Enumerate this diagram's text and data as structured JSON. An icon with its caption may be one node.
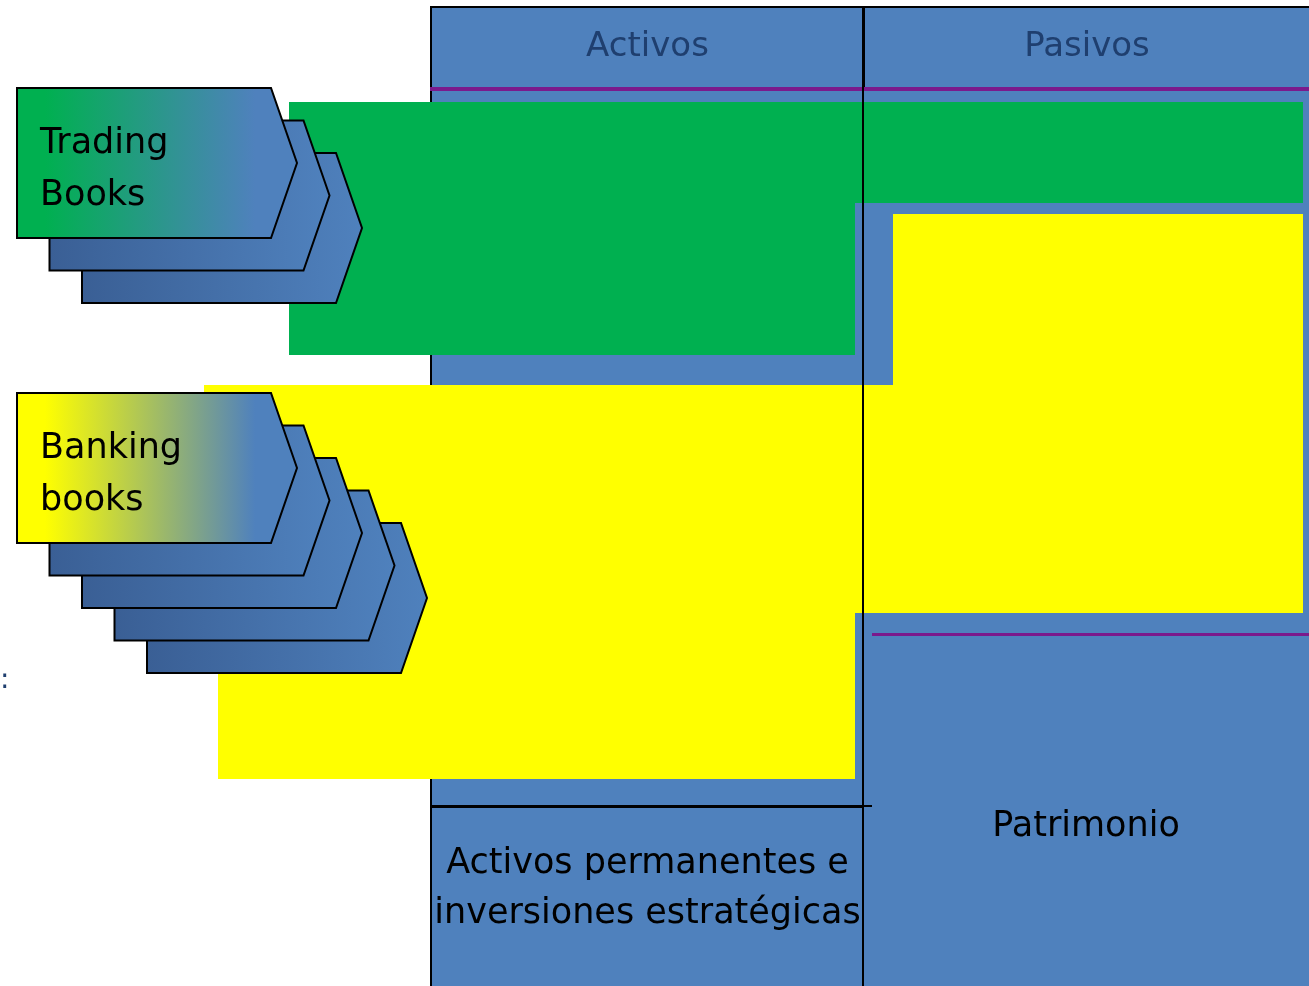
{
  "diagram": {
    "nodes": [
      {
        "text": [
          "Activos"
        ]
      },
      {
        "text": [
          "Pasivos"
        ]
      },
      {
        "text": [
          "Trading Books"
        ]
      },
      {
        "text": [
          "Banking books"
        ]
      },
      {
        "text": [
          "Activos permanentes e inversiones estratégicas"
        ]
      },
      {
        "text": [
          "Patrimonio"
        ]
      },
      {
        "text": [],
        "shape": "bar"
      },
      {
        "text": [],
        "shape": "bar"
      }
    ],
    "labels": [
      ":"
    ]
  }
}
